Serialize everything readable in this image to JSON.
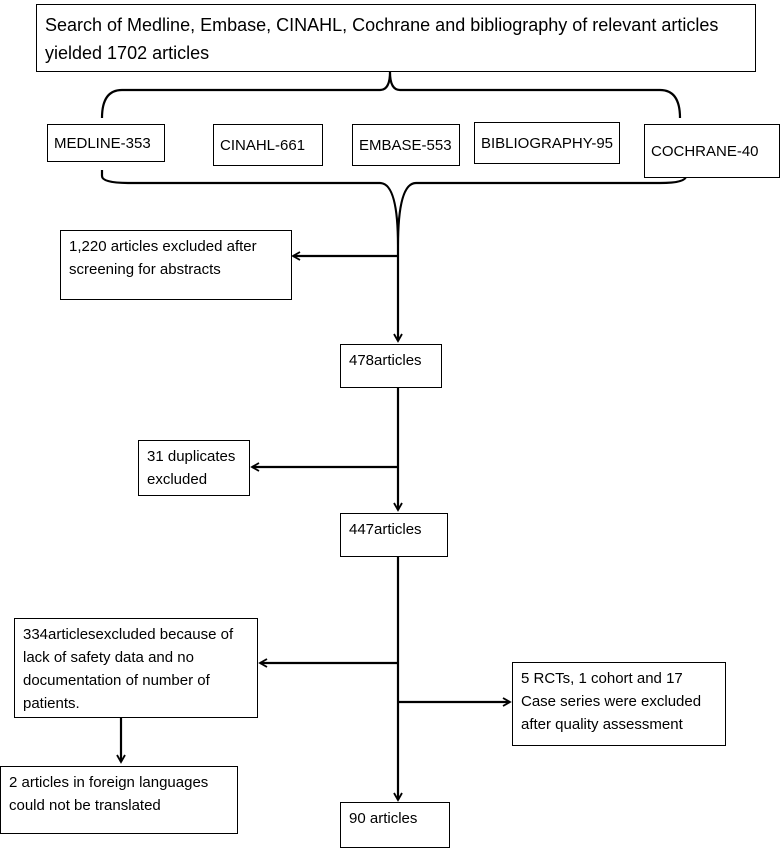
{
  "search": {
    "text": "Search of Medline, Embase, CINAHL, Cochrane and bibliography of relevant articles yielded 1702 articles"
  },
  "sources": [
    "MEDLINE-353",
    "CINAHL-661",
    "EMBASE-553",
    "BIBLIOGRAPHY-95",
    "COCHRANE-40"
  ],
  "excluded_abstracts": "1,220 articles excluded after screening for abstracts",
  "step_478": "478articles",
  "duplicates": "31 duplicates excluded",
  "step_447": "447articles",
  "excluded_safety": "334articlesexcluded because of lack of safety data and no documentation of number of patients.",
  "excluded_quality": "5 RCTs, 1 cohort and 17 Case series were excluded after quality assessment",
  "foreign_languages": "2 articles in foreign languages could not be translated",
  "final": "90 articles"
}
